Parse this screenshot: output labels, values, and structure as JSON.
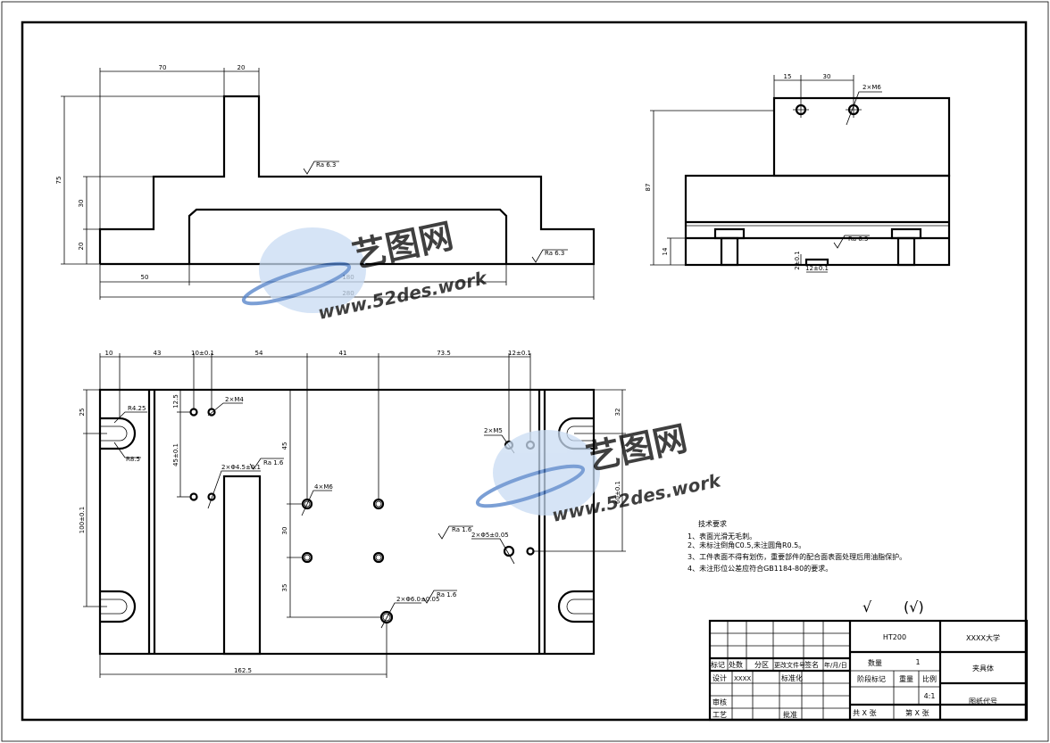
{
  "front_view": {
    "dims": {
      "top_left": "70",
      "top_right": "20",
      "height_total": "75",
      "height_mid": "30",
      "height_low": "20",
      "bottom_left": "50",
      "bottom_mid": "180",
      "bottom_total": "280"
    },
    "roughness": [
      "Ra 6.3",
      "Ra 6.3"
    ]
  },
  "side_view": {
    "dims": {
      "top_a": "15",
      "top_b": "30",
      "thread": "2×M6",
      "height": "87",
      "base": "14",
      "slot_w": "12±0.1",
      "slot_h": "2±0.1"
    },
    "roughness": "Ra 6.3"
  },
  "plan_view": {
    "top_dims": [
      "10",
      "43",
      "10±0.1",
      "54",
      "41",
      "73.5",
      "12±0.1"
    ],
    "left_dims": [
      "25",
      "12.5",
      "45±0.1",
      "100±0.1"
    ],
    "inner_dims": [
      "45",
      "30",
      "35"
    ],
    "right_dims": [
      "32",
      "60±0.1"
    ],
    "bottom_dim": "162.5",
    "labels": {
      "r1": "R4.25",
      "r2": "R8.5",
      "m4": "2×M4",
      "hole1": "2×Φ4.5±0.1",
      "ra16a": "Ra 1.6",
      "m6": "4×M6",
      "m5": "2×M5",
      "ra16b": "Ra 1.6",
      "hole2": "2×Φ5±0.05",
      "hole3": "2×Φ6.0±0.05",
      "ra16c": "Ra 1.6"
    }
  },
  "tech_notes": {
    "title": "技术要求",
    "items": [
      "1、表面光滑无毛刺。",
      "2、未标注倒角C0.5,未注圆角R0.5。",
      "3、工件表面不得有划伤，重要部件的配合面表面处理后用油脂保护。",
      "4、未注形位公差应符合GB1184-80的要求。"
    ]
  },
  "surface_mark": {
    "symbol": "√",
    "paren": "(√)"
  },
  "watermark": {
    "brand": "艺图网",
    "url": "www.52des.work"
  },
  "title_block": {
    "material": "HT200",
    "school": "XXXX大学",
    "part_name": "夹具体",
    "quantity_label": "数量",
    "quantity": "1",
    "stage_label": "阶段标记",
    "weight_label": "重量",
    "scale_label": "比例",
    "scale": "4:1",
    "drawing_no_label": "图纸代号",
    "sheet_total": "共 X 张",
    "sheet_no": "第 X 张",
    "rev_row": [
      "标记",
      "处数",
      "分区",
      "更改文件号",
      "签名",
      "年/月/日"
    ],
    "design_label": "设计",
    "designer": "XXXX",
    "standard_label": "标准化",
    "review_label": "审核",
    "process_label": "工艺",
    "approve_label": "批准"
  },
  "colors": {
    "line": "#000000",
    "watermark": "#4f7fc8"
  }
}
